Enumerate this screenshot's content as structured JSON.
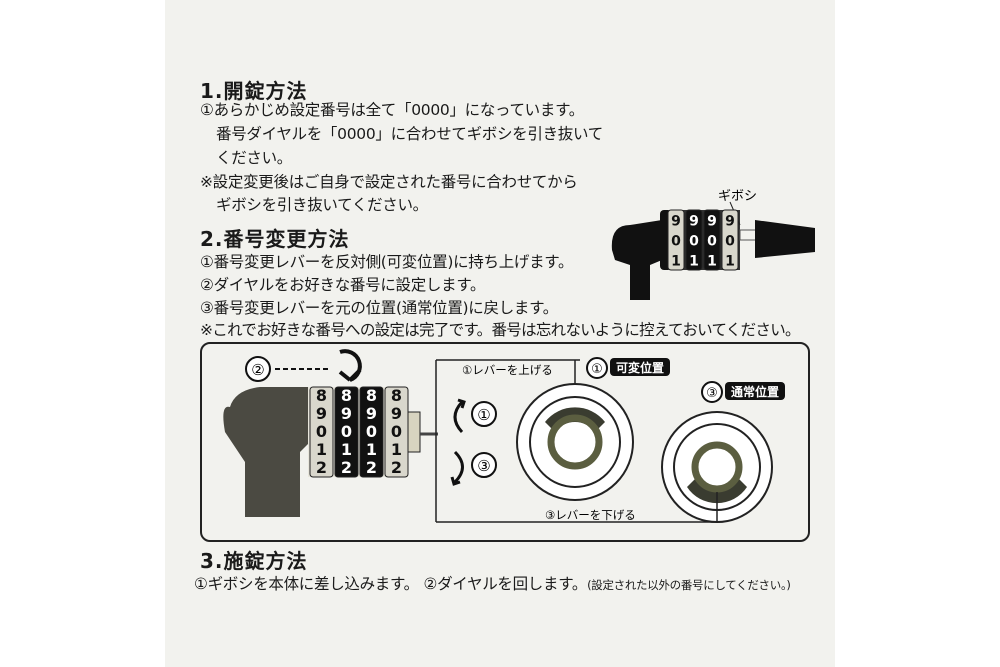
{
  "section1": {
    "heading": "1.開錠方法",
    "lines": [
      "①あらかじめ設定番号は全て「0000」になっています。",
      "番号ダイヤルを「0000」に合わせてギボシを引き抜いて",
      "ください。",
      "※設定変更後はご自身で設定された番号に合わせてから",
      "ギボシを引き抜いてください。"
    ]
  },
  "section2": {
    "heading": "2.番号変更方法",
    "lines": [
      "①番号変更レバーを反対側(可変位置)に持ち上げます。",
      "②ダイヤルをお好きな番号に設定します。",
      "③番号変更レバーを元の位置(通常位置)に戻します。",
      "※これでお好きな番号への設定は完了です。番号は忘れないように控えておいてください。"
    ]
  },
  "top_illustration": {
    "label": "ギボシ",
    "dial_rows": [
      "9",
      "0",
      "1"
    ]
  },
  "diagram": {
    "step2_marker": "②",
    "arrow_up_label": "①",
    "arrow_down_label": "③",
    "lever_up": "①レバーを上げる",
    "lever_down": "③レバーを下げる",
    "variable_num": "①",
    "variable_pos": "可変位置",
    "normal_num": "③",
    "normal_pos": "通常位置",
    "dial_rows": [
      "8",
      "9",
      "0",
      "1",
      "2"
    ]
  },
  "section3": {
    "heading": "3.施錠方法",
    "line_main": "①ギボシを本体に差し込みます。 ②ダイヤルを回します。",
    "line_note": "(設定された以外の番号にしてください。)"
  }
}
